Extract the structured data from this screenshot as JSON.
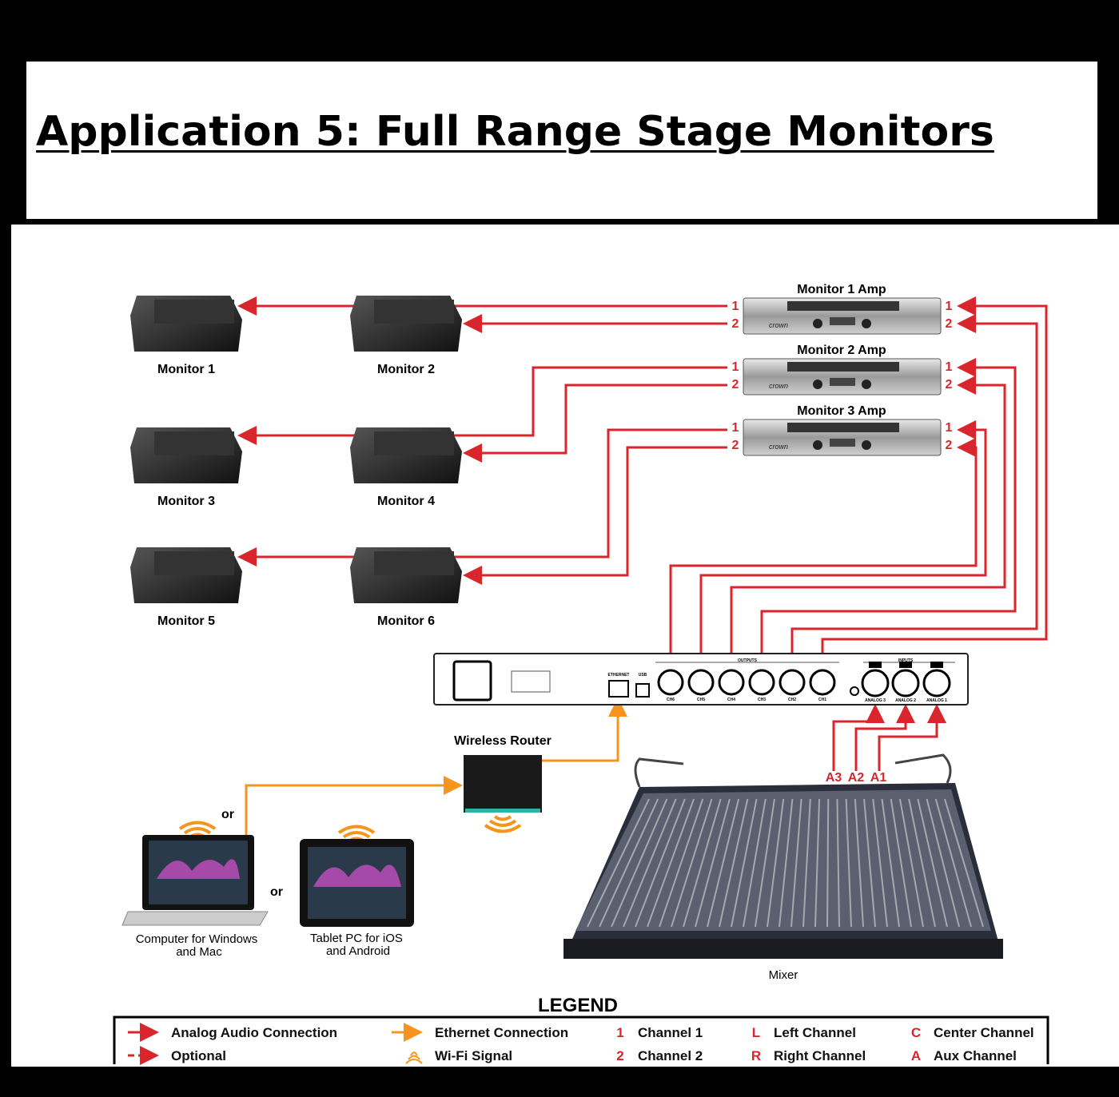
{
  "title": "Application 5: Full Range Stage Monitors",
  "monitors": [
    "Monitor 1",
    "Monitor 2",
    "Monitor 3",
    "Monitor 4",
    "Monitor 5",
    "Monitor 6"
  ],
  "amps": [
    {
      "label": "Monitor 1 Amp",
      "brand": "crown"
    },
    {
      "label": "Monitor 2 Amp",
      "brand": "crown"
    },
    {
      "label": "Monitor 3 Amp",
      "brand": "crown"
    }
  ],
  "channel_labels": [
    "1",
    "2"
  ],
  "processor": {
    "ethernet": "ETHERNET",
    "usb": "USB",
    "outputs": "OUTPUTS",
    "inputs": "INPUTS",
    "output_channels": [
      "CH6",
      "CH5",
      "CH4",
      "CH3",
      "CH2",
      "CH1"
    ],
    "input_channels": [
      "ANALOG 3",
      "ANALOG 2",
      "ANALOG 1"
    ]
  },
  "aux_labels": [
    "A3",
    "A2",
    "A1"
  ],
  "router": "Wireless Router",
  "or_label": "or",
  "laptop": [
    "Computer for Windows",
    "and Mac"
  ],
  "tablet": [
    "Tablet PC for iOS",
    "and Android"
  ],
  "mixer": "Mixer",
  "legend": {
    "title": "LEGEND",
    "items": [
      {
        "key": "",
        "label": "Analog Audio Connection",
        "symbol": "red-arrow"
      },
      {
        "key": "",
        "label": "Optional",
        "symbol": "red-dashed-arrow"
      },
      {
        "key": "",
        "label": "Ethernet Connection",
        "symbol": "orange-arrow"
      },
      {
        "key": "",
        "label": "Wi-Fi Signal",
        "symbol": "wifi-icon"
      },
      {
        "key": "1",
        "label": "Channel 1"
      },
      {
        "key": "2",
        "label": "Channel 2"
      },
      {
        "key": "L",
        "label": "Left Channel"
      },
      {
        "key": "R",
        "label": "Right Channel"
      },
      {
        "key": "C",
        "label": "Center Channel"
      },
      {
        "key": "A",
        "label": "Aux Channel"
      }
    ]
  },
  "colors": {
    "analog": "#d8262c",
    "ethernet": "#f7941d",
    "wifi": "#f7941d"
  }
}
